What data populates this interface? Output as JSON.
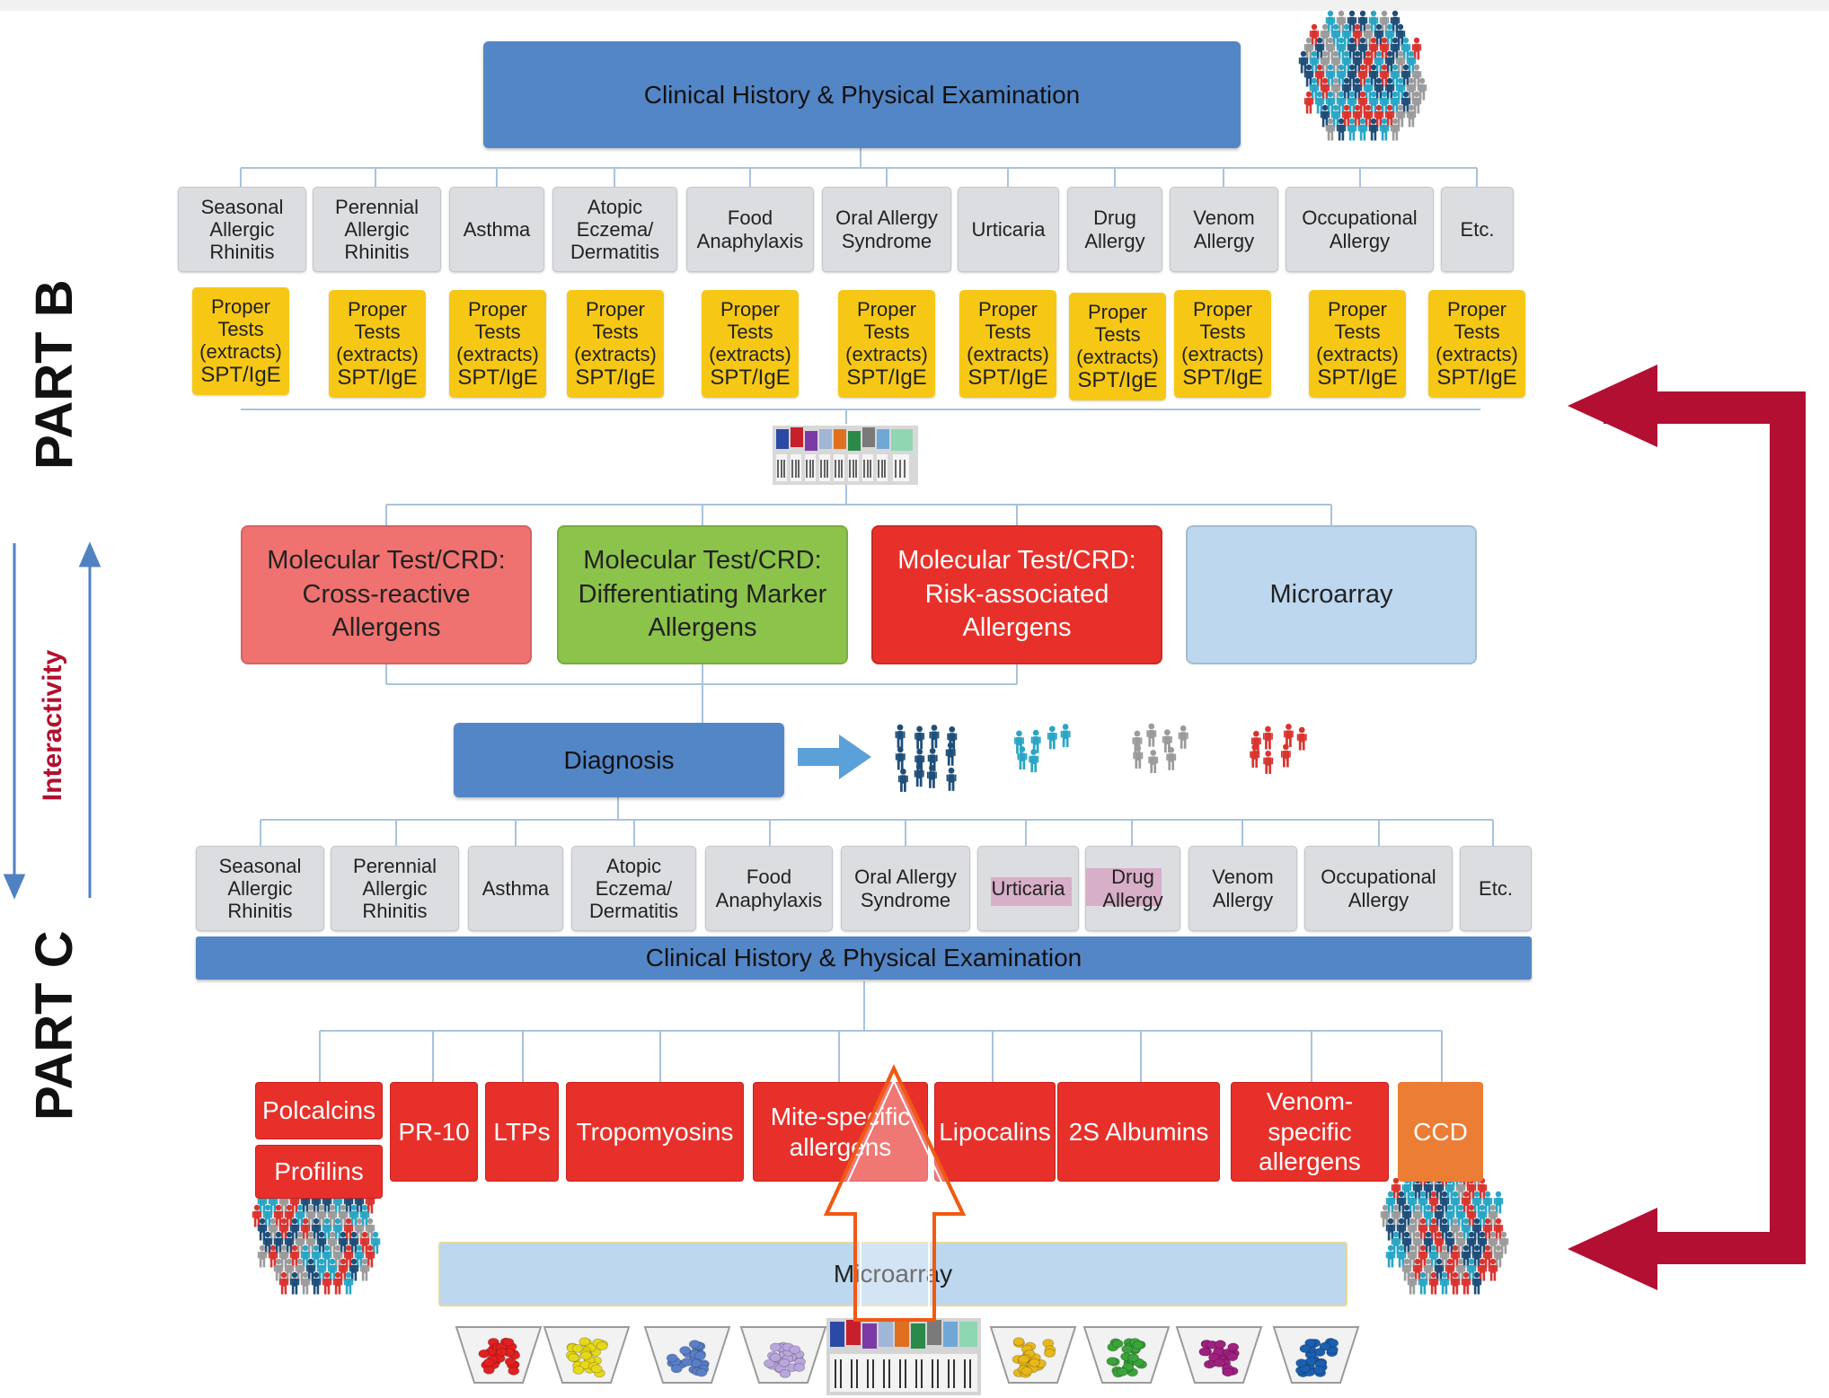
{
  "top_header": "Clinical History & Physical Examination",
  "part_b": "PART B",
  "part_c": "PART C",
  "interactivity": "Interactivity",
  "conditions_top": [
    "Seasonal Allergic Rhinitis",
    "Perennial Allergic Rhinitis",
    "Asthma",
    "Atopic Eczema/ Dermatitis",
    "Food Anaphylaxis",
    "Oral Allergy Syndrome",
    "Urticaria",
    "Drug Allergy",
    "Venom Allergy",
    "Occupational Allergy",
    "Etc."
  ],
  "tests": {
    "line1": "Proper",
    "line2": "Tests",
    "line3": "(extracts)",
    "line4": "SPT/IgE"
  },
  "molecular": [
    {
      "l1": "Molecular Test/CRD:",
      "l2": "Cross-reactive",
      "l3": "Allergens",
      "color": "#ef7270",
      "text_color": "#222222"
    },
    {
      "l1": "Molecular Test/CRD:",
      "l2": "Differentiating Marker",
      "l3": "Allergens",
      "color": "#8cc34a",
      "text_color": "#222222"
    },
    {
      "l1": "Molecular Test/CRD:",
      "l2": "Risk-associated",
      "l3": "Allergens",
      "color": "#e8302a",
      "text_color": "#ffffff"
    }
  ],
  "microarray_mid": "Microarray",
  "diagnosis": "Diagnosis",
  "conditions_bottom": [
    "Seasonal Allergic Rhinitis",
    "Perennial Allergic Rhinitis",
    "Asthma",
    "Atopic Eczema/ Dermatitis",
    "Food Anaphylaxis",
    "Oral Allergy Syndrome",
    "Urticaria",
    "Drug Allergy",
    "Venom Allergy",
    "Occupational Allergy",
    "Etc."
  ],
  "bottom_header": "Clinical History & Physical Examination",
  "families": {
    "polcalcins": "Polcalcins",
    "profilins": "Profilins",
    "pr10": "PR-10",
    "ltps": "LTPs",
    "tropomyosins": "Tropomyosins",
    "mite": "Mite-specific allergens",
    "lipocalins": "Lipocalins",
    "albumins": "2S Albumins",
    "venom": "Venom- specific allergens",
    "ccd": "CCD"
  },
  "microarray_bottom": "Microarray",
  "colors": {
    "header_blue": "#5386c6",
    "test_yellow": "#f6c815",
    "family_red": "#e8302a",
    "ccd_orange": "#ec7d35",
    "arrow_maroon": "#b20f33",
    "microarray_light": "#bcd7ee",
    "people": [
      "#1f4e79",
      "#2aa6c5",
      "#9b9b9b",
      "#d93530"
    ],
    "dishes": [
      "#e22020",
      "#e6d81a",
      "#5a7fc9",
      "#b9a6dd",
      "#e8b81a",
      "#3aa33a",
      "#a02080",
      "#1a5fb0"
    ]
  },
  "icons": [
    "people-crowd-icon",
    "blood-tubes-icon",
    "petri-dish-icon",
    "arrow-right-icon",
    "arrow-up-icon",
    "arrow-down-icon"
  ]
}
